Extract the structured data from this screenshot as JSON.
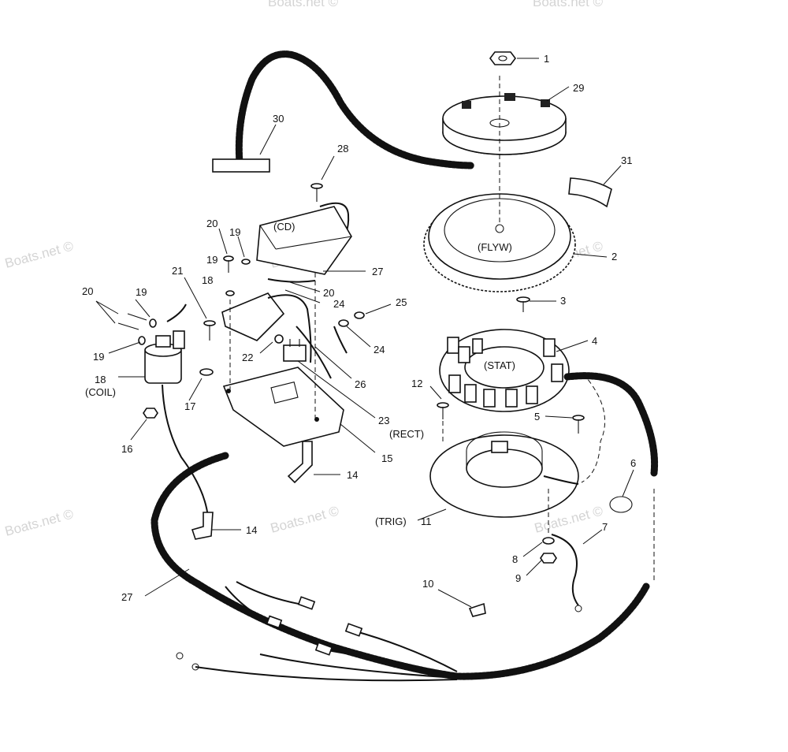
{
  "watermark": "Boats.net ©",
  "part_names": {
    "cd": "(CD)",
    "flyw": "(FLYW)",
    "stat": "(STAT)",
    "rect": "(RECT)",
    "coil": "(COIL)",
    "trig": "(TRIG)"
  },
  "callouts": {
    "n1": "1",
    "n29": "29",
    "n31": "31",
    "n2": "2",
    "n3": "3",
    "n4": "4",
    "n30": "30",
    "n28": "28",
    "n27a": "27",
    "n20a": "20",
    "n19a": "19",
    "n19b": "19",
    "n20b": "20",
    "n18a": "18",
    "n21": "21",
    "n24a": "24",
    "n25": "25",
    "n20c": "20",
    "n19c": "19",
    "n24b": "24",
    "n22": "22",
    "n19d": "19",
    "n26": "26",
    "n18b": "18",
    "n12": "12",
    "n5": "5",
    "n17": "17",
    "n23": "23",
    "n16": "16",
    "n15": "15",
    "n6": "6",
    "n14a": "14",
    "n14b": "14",
    "n11": "11",
    "n7": "7",
    "n8": "8",
    "n9": "9",
    "n10": "10",
    "n27b": "27"
  }
}
